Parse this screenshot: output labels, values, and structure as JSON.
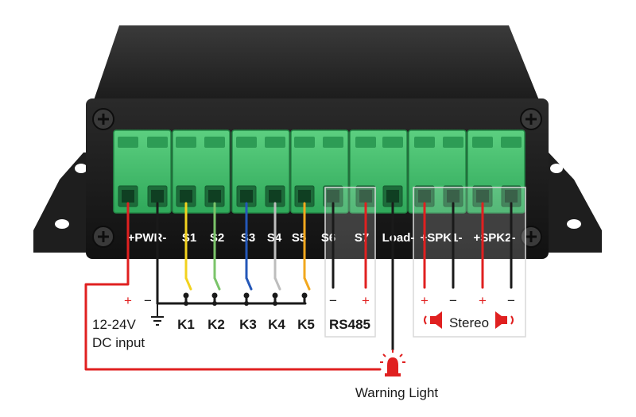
{
  "terminal_labels": [
    "+PWR-",
    "S1",
    "S2",
    "S3",
    "S4",
    "S5",
    "S6",
    "S7",
    "Load-",
    "+SPK1-",
    "+SPK2-"
  ],
  "switches": [
    "K1",
    "K2",
    "K3",
    "K4",
    "K5"
  ],
  "power": {
    "plus": "+",
    "minus": "−",
    "voltage": "12-24V",
    "input": "DC input"
  },
  "rs485": {
    "minus": "−",
    "plus": "+",
    "label": "RS485"
  },
  "stereo": {
    "signs": [
      "+",
      "−",
      "+",
      "−"
    ],
    "label": "Stereo"
  },
  "warning_light": "Warning Light",
  "colors": {
    "body": "#1b1b1b",
    "terminal_green": "#3fbf6a",
    "wire_red": "#e02020",
    "wire_black": "#1a1a1a",
    "wire_yellow": "#f2d21e",
    "wire_green": "#7bc46a",
    "wire_blue": "#2457b8",
    "wire_gray": "#bdbdbd",
    "wire_orange": "#f2a81e"
  }
}
